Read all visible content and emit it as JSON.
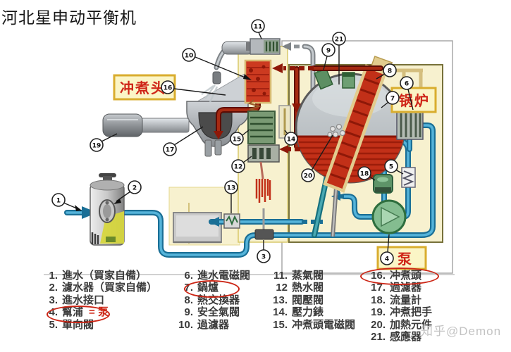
{
  "page": {
    "title": "河北星申动平衡机",
    "watermark": "知乎@Demon"
  },
  "diagram": {
    "labels": {
      "brew_head": "冲煮头",
      "boiler": "锅炉",
      "pump": "泵"
    },
    "callouts": [
      "1",
      "2",
      "3",
      "4",
      "5",
      "6",
      "7",
      "8",
      "9",
      "10",
      "11",
      "12",
      "13",
      "14",
      "15",
      "16",
      "17",
      "18",
      "19",
      "20",
      "21"
    ]
  },
  "legend": {
    "col1": [
      {
        "num": "1.",
        "label": "進水（買家自備）"
      },
      {
        "num": "2.",
        "label": "濾水器（買家自備）"
      },
      {
        "num": "3.",
        "label": "進水接口"
      },
      {
        "num": "4.",
        "label": "幫浦",
        "note": "= 泵"
      },
      {
        "num": "5.",
        "label": "單向閥"
      }
    ],
    "col2": [
      {
        "num": "6.",
        "label": "進水電磁閥"
      },
      {
        "num": "7.",
        "label": "鍋爐"
      },
      {
        "num": "8.",
        "label": "熱交換器"
      },
      {
        "num": "9.",
        "label": "安全氣閥"
      },
      {
        "num": "10.",
        "label": "過濾器"
      }
    ],
    "col3": [
      {
        "num": "11.",
        "label": "蒸氣閥"
      },
      {
        "num": "12",
        "label": "熱水閥"
      },
      {
        "num": "13.",
        "label": "閥壓閥"
      },
      {
        "num": "14.",
        "label": "壓力錶"
      },
      {
        "num": "15.",
        "label": "冲煮頭電磁閥"
      }
    ],
    "col4": [
      {
        "num": "16.",
        "label": "冲煮頭"
      },
      {
        "num": "17.",
        "label": "過濾器"
      },
      {
        "num": "18.",
        "label": "流量計"
      },
      {
        "num": "19.",
        "label": "冲煮把手"
      },
      {
        "num": "20.",
        "label": "加熱元件"
      },
      {
        "num": "21.",
        "label": "感應器"
      }
    ]
  }
}
